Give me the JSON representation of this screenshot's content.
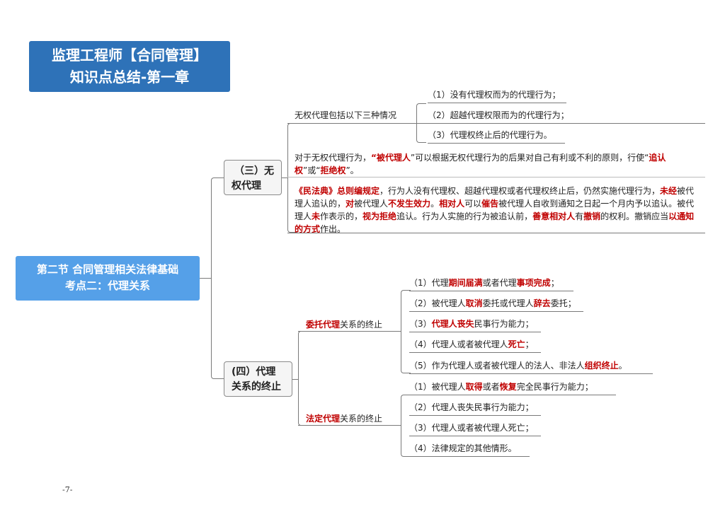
{
  "title": {
    "line1": "监理工程师【合同管理】",
    "line2": "知识点总结-第一章"
  },
  "root": {
    "line1": "第二节 合同管理相关法律基础",
    "line2": "考点二：代理关系"
  },
  "branch3": {
    "label_line1": "（三）无",
    "label_line2": "权代理",
    "subtopic1": {
      "label": "无权代理包括以下三种情况",
      "items": [
        "（1）没有代理权而为的代理行为；",
        "（2）超越代理权限而为的代理行为；",
        "（3）代理权终止后的代理行为。"
      ]
    },
    "para1": {
      "segments": [
        {
          "text": "对于无权代理行为，",
          "red": false
        },
        {
          "text": "“",
          "red": false
        },
        {
          "text": "被代理人",
          "red": true
        },
        {
          "text": "”可以根据无权代理行为的后果对自己有利或不利的原则，行使“",
          "red": false
        },
        {
          "text": "追认权",
          "red": true
        },
        {
          "text": "”或“",
          "red": false
        },
        {
          "text": "拒绝权",
          "red": true
        },
        {
          "text": "”。",
          "red": false
        }
      ]
    },
    "para2": {
      "segments": [
        {
          "text": "《民法典》总则编规定",
          "red": true
        },
        {
          "text": "，行为人没有代理权、超越代理权或者代理权终止后，仍然实施代理行为，",
          "red": false
        },
        {
          "text": "未经",
          "red": true
        },
        {
          "text": "被代理人追认的，",
          "red": false
        },
        {
          "text": "对",
          "red": true
        },
        {
          "text": "被代理人",
          "red": false
        },
        {
          "text": "不发生效力",
          "red": true
        },
        {
          "text": "。",
          "red": false
        },
        {
          "text": "相对人",
          "red": true
        },
        {
          "text": "可以",
          "red": false
        },
        {
          "text": "催告",
          "red": true
        },
        {
          "text": "被代理人自收到通知之日起一个月内予以追认。被代理人",
          "red": false
        },
        {
          "text": "未",
          "red": true
        },
        {
          "text": "作表示的，",
          "red": false
        },
        {
          "text": "视为拒绝",
          "red": true
        },
        {
          "text": "追认。行为人实施的行为被追认前，",
          "red": false
        },
        {
          "text": "善意相对人",
          "red": true
        },
        {
          "text": "有",
          "red": false
        },
        {
          "text": "撤销",
          "red": true
        },
        {
          "text": "的权利。撤销应当",
          "red": false
        },
        {
          "text": "以通知的方式",
          "red": true
        },
        {
          "text": "作出。",
          "red": false
        }
      ]
    }
  },
  "branch4": {
    "label_line1": "(四）代理",
    "label_line2": "关系的终止",
    "entrusted": {
      "label_red": "委托代理",
      "label_rest": "关系的终止",
      "items": [
        [
          {
            "text": "（1）代理",
            "red": false
          },
          {
            "text": "期间届满",
            "red": true
          },
          {
            "text": "或者代理",
            "red": false
          },
          {
            "text": "事项完成",
            "red": true
          },
          {
            "text": "；",
            "red": false
          }
        ],
        [
          {
            "text": "（2）被代理人",
            "red": false
          },
          {
            "text": "取消",
            "red": true
          },
          {
            "text": "委托或代理人",
            "red": false
          },
          {
            "text": "辞去",
            "red": true
          },
          {
            "text": "委托；",
            "red": false
          }
        ],
        [
          {
            "text": "（3）",
            "red": false
          },
          {
            "text": "代理人丧失",
            "red": true
          },
          {
            "text": "民事行为能力；",
            "red": false
          }
        ],
        [
          {
            "text": "（4）代理人或者被代理人",
            "red": false
          },
          {
            "text": "死亡",
            "red": true
          },
          {
            "text": "；",
            "red": false
          }
        ],
        [
          {
            "text": "（5）作为代理人或者被代理人的法人、非法人",
            "red": false
          },
          {
            "text": "组织终止",
            "red": true
          },
          {
            "text": "。",
            "red": false
          }
        ]
      ]
    },
    "statutory": {
      "label_red": "法定代理",
      "label_rest": "关系的终止",
      "items": [
        [
          {
            "text": "（1）被代理人",
            "red": false
          },
          {
            "text": "取得",
            "red": true
          },
          {
            "text": "或者",
            "red": false
          },
          {
            "text": "恢复",
            "red": true
          },
          {
            "text": "完全民事行为能力；",
            "red": false
          }
        ],
        [
          {
            "text": "（2）代理人丧失民事行为能力；",
            "red": false
          }
        ],
        [
          {
            "text": "（3）代理人或者被代理人死亡；",
            "red": false
          }
        ],
        [
          {
            "text": "（4）法律规定的其他情形。",
            "red": false
          }
        ]
      ]
    }
  },
  "page_number": "-7-",
  "colors": {
    "title_bg": "#2e72b8",
    "root_bg": "#55a0e8",
    "highlight_red": "#c00000",
    "connector": "#7a7a7a"
  }
}
